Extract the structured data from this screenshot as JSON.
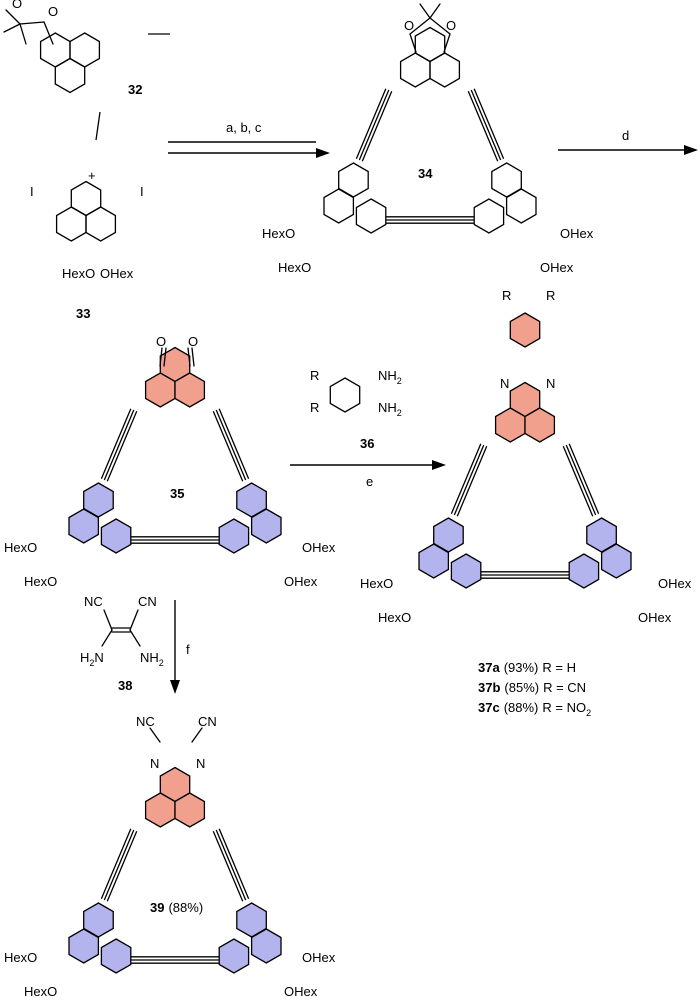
{
  "colors": {
    "red_ring": "#f2a08e",
    "blue_ring": "#b3b3ee",
    "bond": "#000000",
    "background": "#ffffff"
  },
  "compounds": {
    "c32": "32",
    "c33": "33",
    "c34": "34",
    "c35": "35",
    "c36": "36",
    "c38": "38"
  },
  "arrows": {
    "a1": "a, b, c",
    "a2": "d",
    "a3": "e",
    "a4": "f"
  },
  "labels": {
    "plus": "+",
    "hexo": "HexO",
    "ohex": "OHex",
    "o": "O",
    "i": "I",
    "n": "N",
    "r": "R",
    "nc": "NC",
    "cn": "CN",
    "nh2_label": "NH",
    "h2n_label": "H",
    "sub2": "2"
  },
  "products_37": [
    {
      "id": "37a",
      "yield": "(93%)",
      "r": "R = H",
      "sub": ""
    },
    {
      "id": "37b",
      "yield": "(85%)",
      "r": "R = CN",
      "sub": ""
    },
    {
      "id": "37c",
      "yield": "(88%)",
      "r": "R = NO",
      "sub": "2"
    }
  ],
  "product_39": {
    "id": "39",
    "yield": "(88%)"
  }
}
